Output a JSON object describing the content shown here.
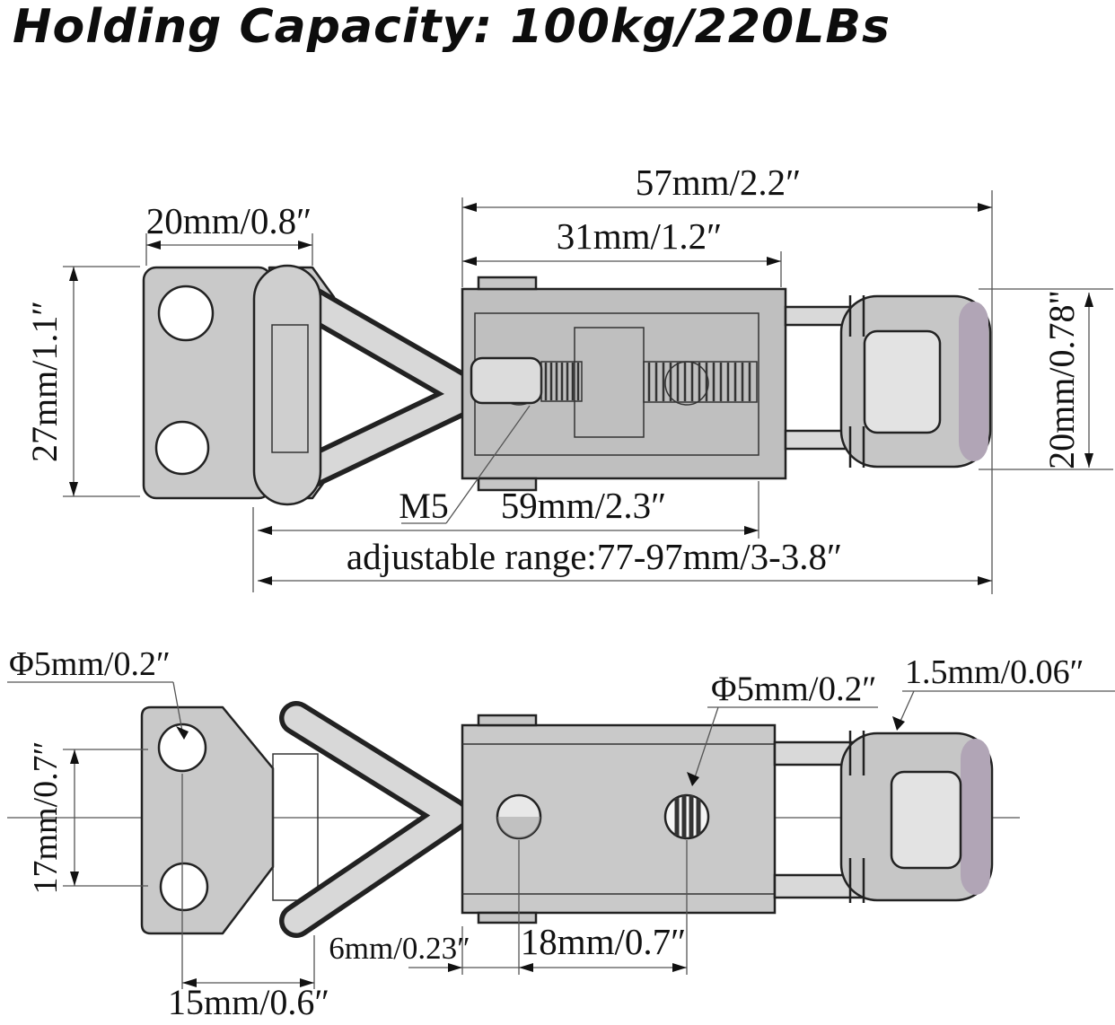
{
  "title": "Holding Capacity: 100kg/220LBs",
  "colors": {
    "line": "#222222",
    "metal_mid": "#c6c6c6",
    "metal_light": "#d8d8d8",
    "accent_purple": "#b1a5b6",
    "dim_line": "#555555",
    "text": "#111111"
  },
  "top_view": {
    "dim_plate_width": "20mm/0.8″",
    "dim_overall_length": "57mm/2.2″",
    "dim_body_length": "31mm/1.2″",
    "dim_plate_height": "27mm/1.1″",
    "dim_hook_height": "20mm/0.78\"",
    "thread_size_label": "M5",
    "dim_rod_length": "59mm/2.3″",
    "dim_adjustable_range": "adjustable range:77-97mm/3-3.8″"
  },
  "bottom_view": {
    "dim_plate_hole_dia": "Φ5mm/0.2″",
    "dim_body_hole_dia": "Φ5mm/0.2″",
    "dim_wire_thickness": "1.5mm/0.06″",
    "dim_plate_hole_spacing": "17mm/0.7″",
    "dim_plate_hole_offset": "15mm/0.6″",
    "dim_edge_to_hole": "6mm/0.23″",
    "dim_body_hole_spacing": "18mm/0.7″"
  }
}
